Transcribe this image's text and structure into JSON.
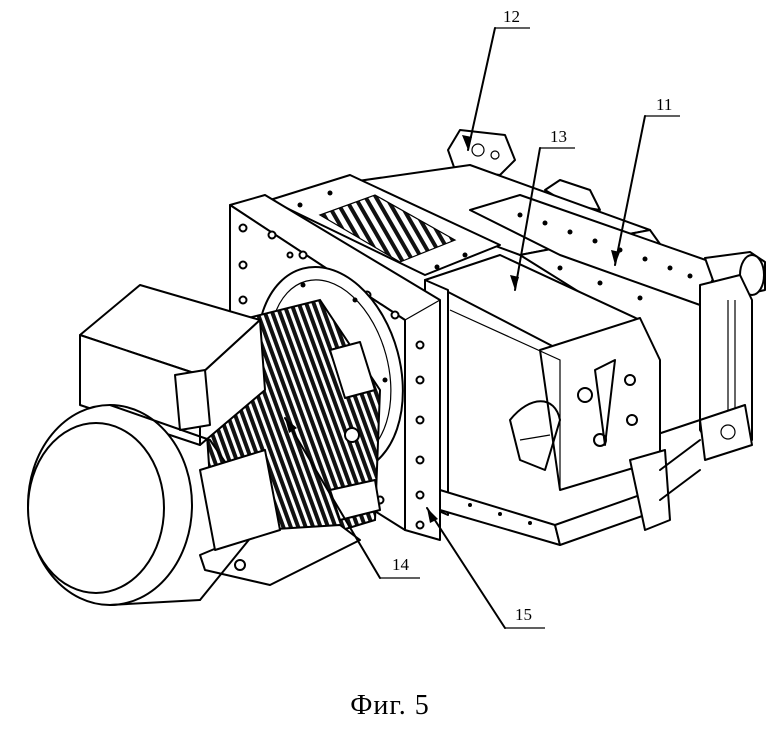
{
  "labels": {
    "ref_11": "11",
    "ref_12": "12",
    "ref_13": "13",
    "ref_14": "14",
    "ref_15": "15"
  },
  "caption": "Фиг. 5"
}
